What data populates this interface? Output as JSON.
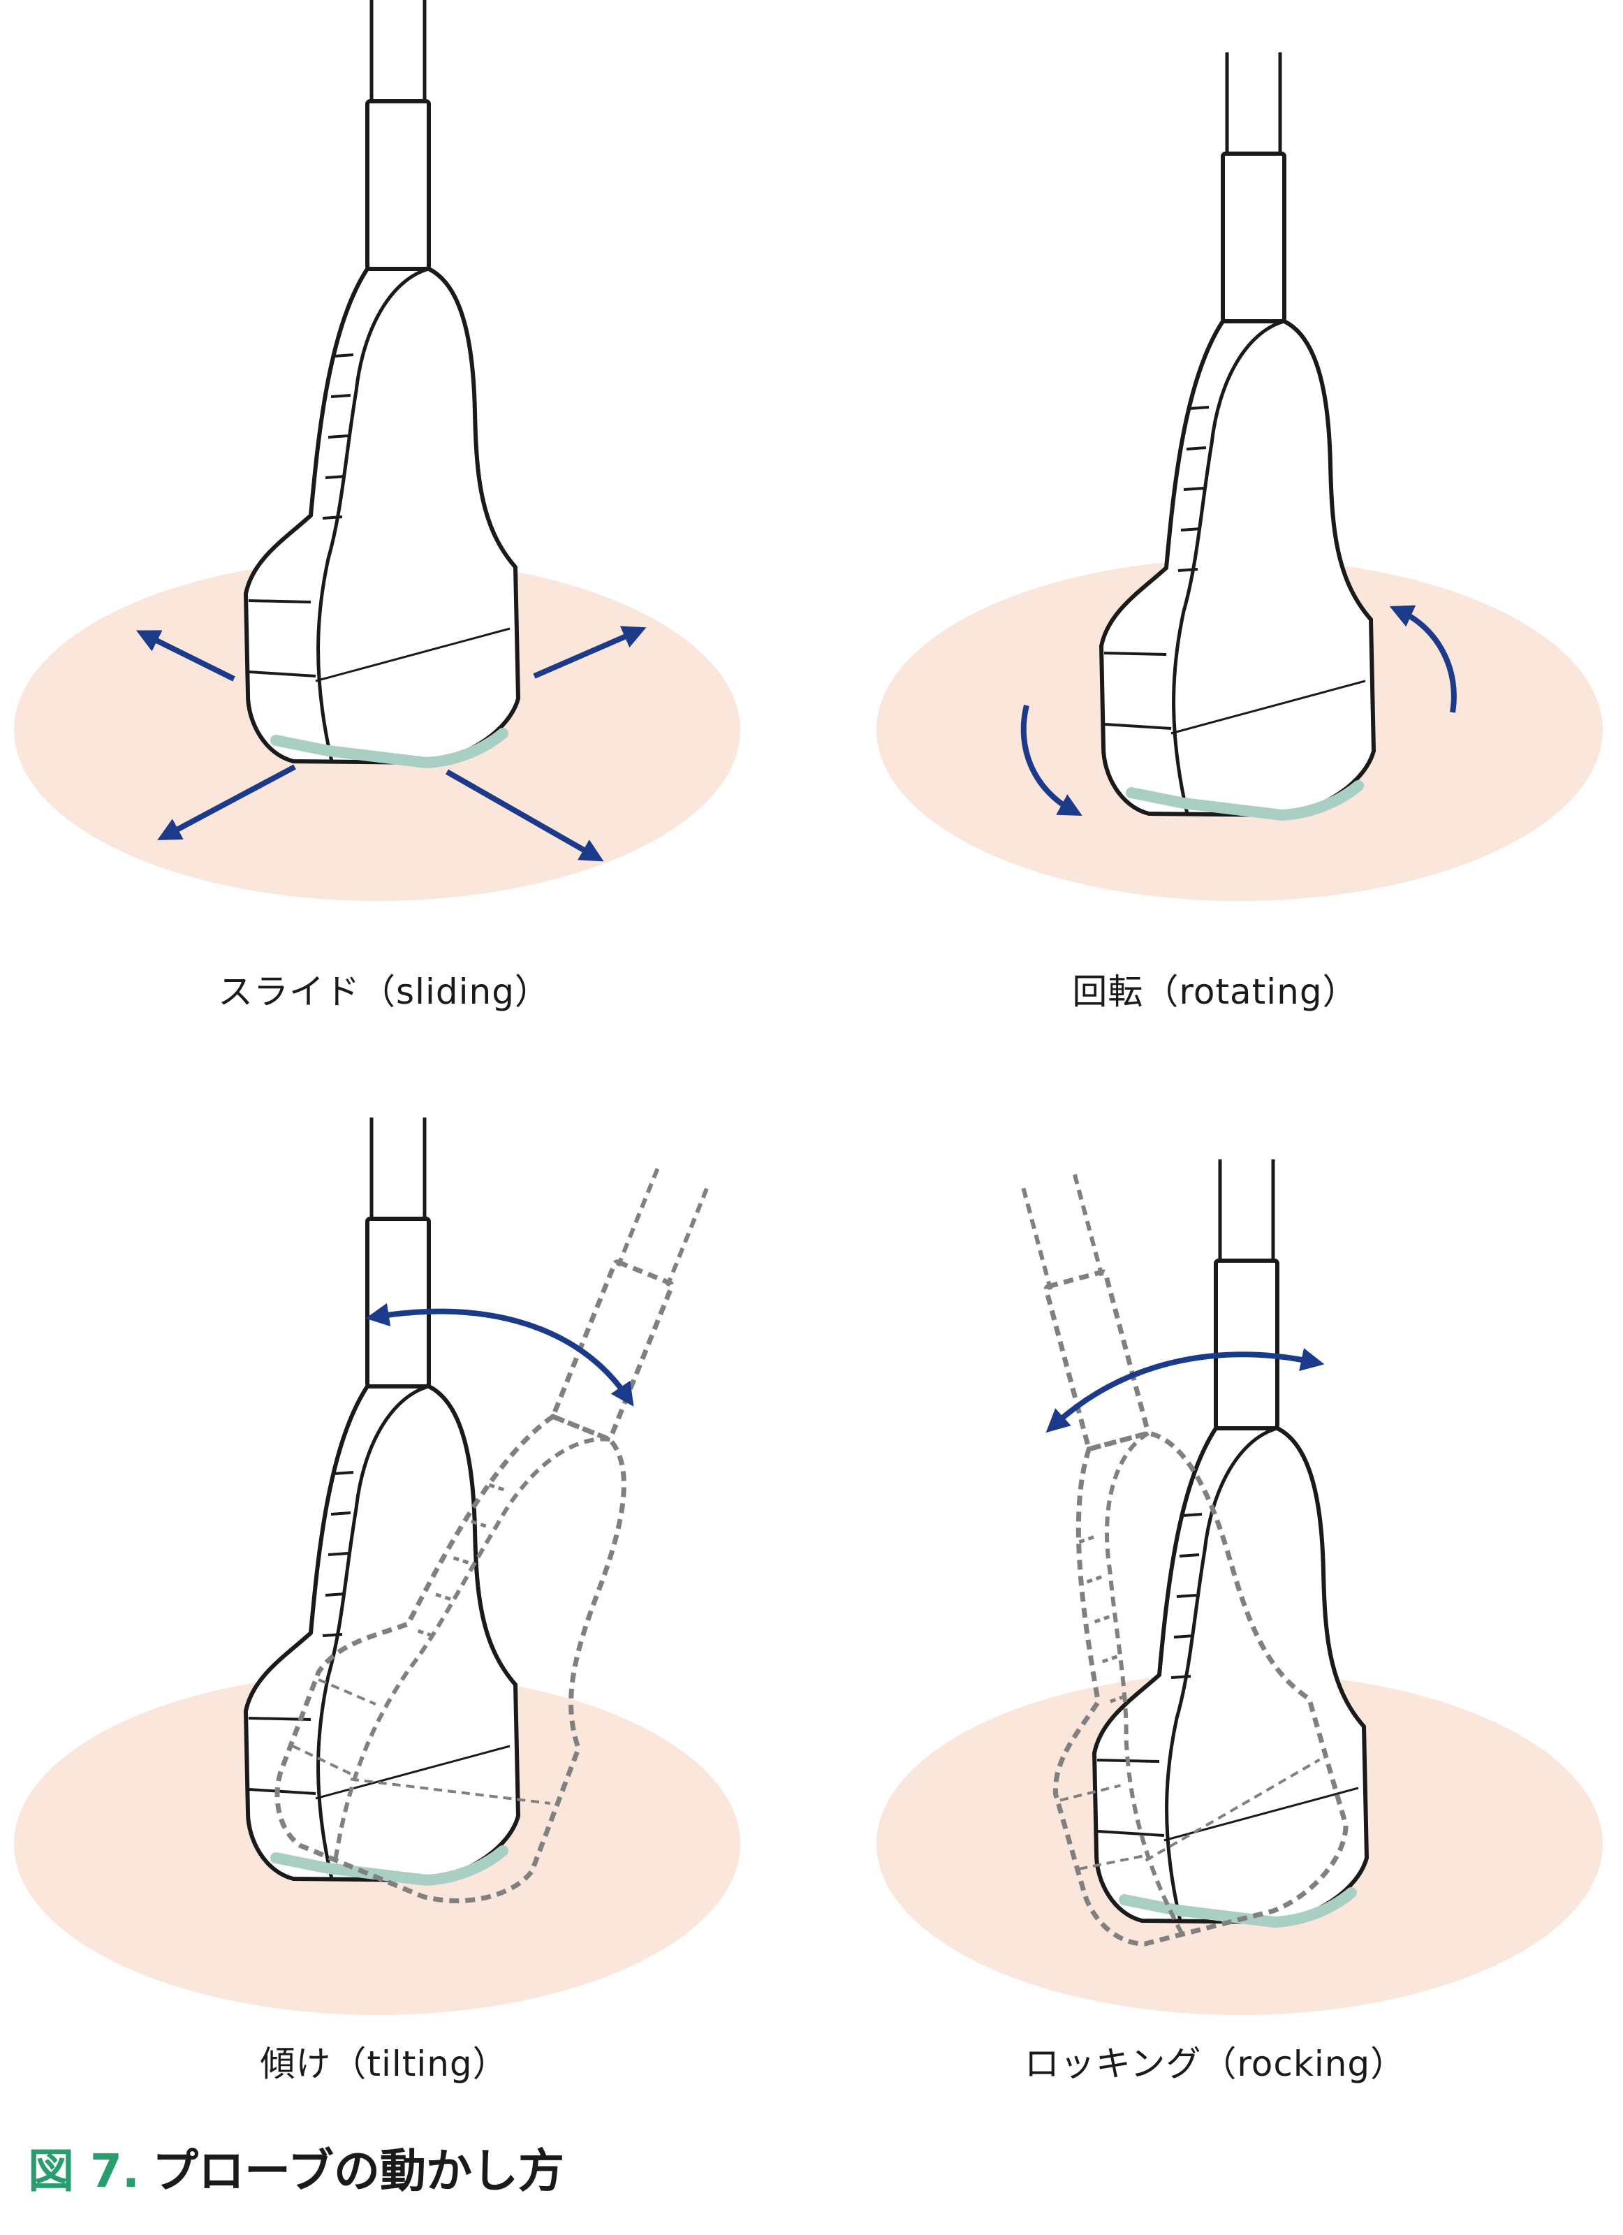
{
  "colors": {
    "skin": "#fbe6dc",
    "arrow": "#1c3a8a",
    "probe_stroke": "#1a1a1a",
    "lens": "#a9cfc4",
    "ghost": "#808080",
    "caption_number": "#2a9d6e"
  },
  "panels": [
    {
      "id": "sliding",
      "label": "スライド（sliding）"
    },
    {
      "id": "rotating",
      "label": "回転（rotating）"
    },
    {
      "id": "tilting",
      "label": "傾け（tilting）"
    },
    {
      "id": "rocking",
      "label": "ロッキング（rocking）"
    }
  ],
  "caption": {
    "number": "図 7.",
    "title": "プローブの動かし方"
  }
}
